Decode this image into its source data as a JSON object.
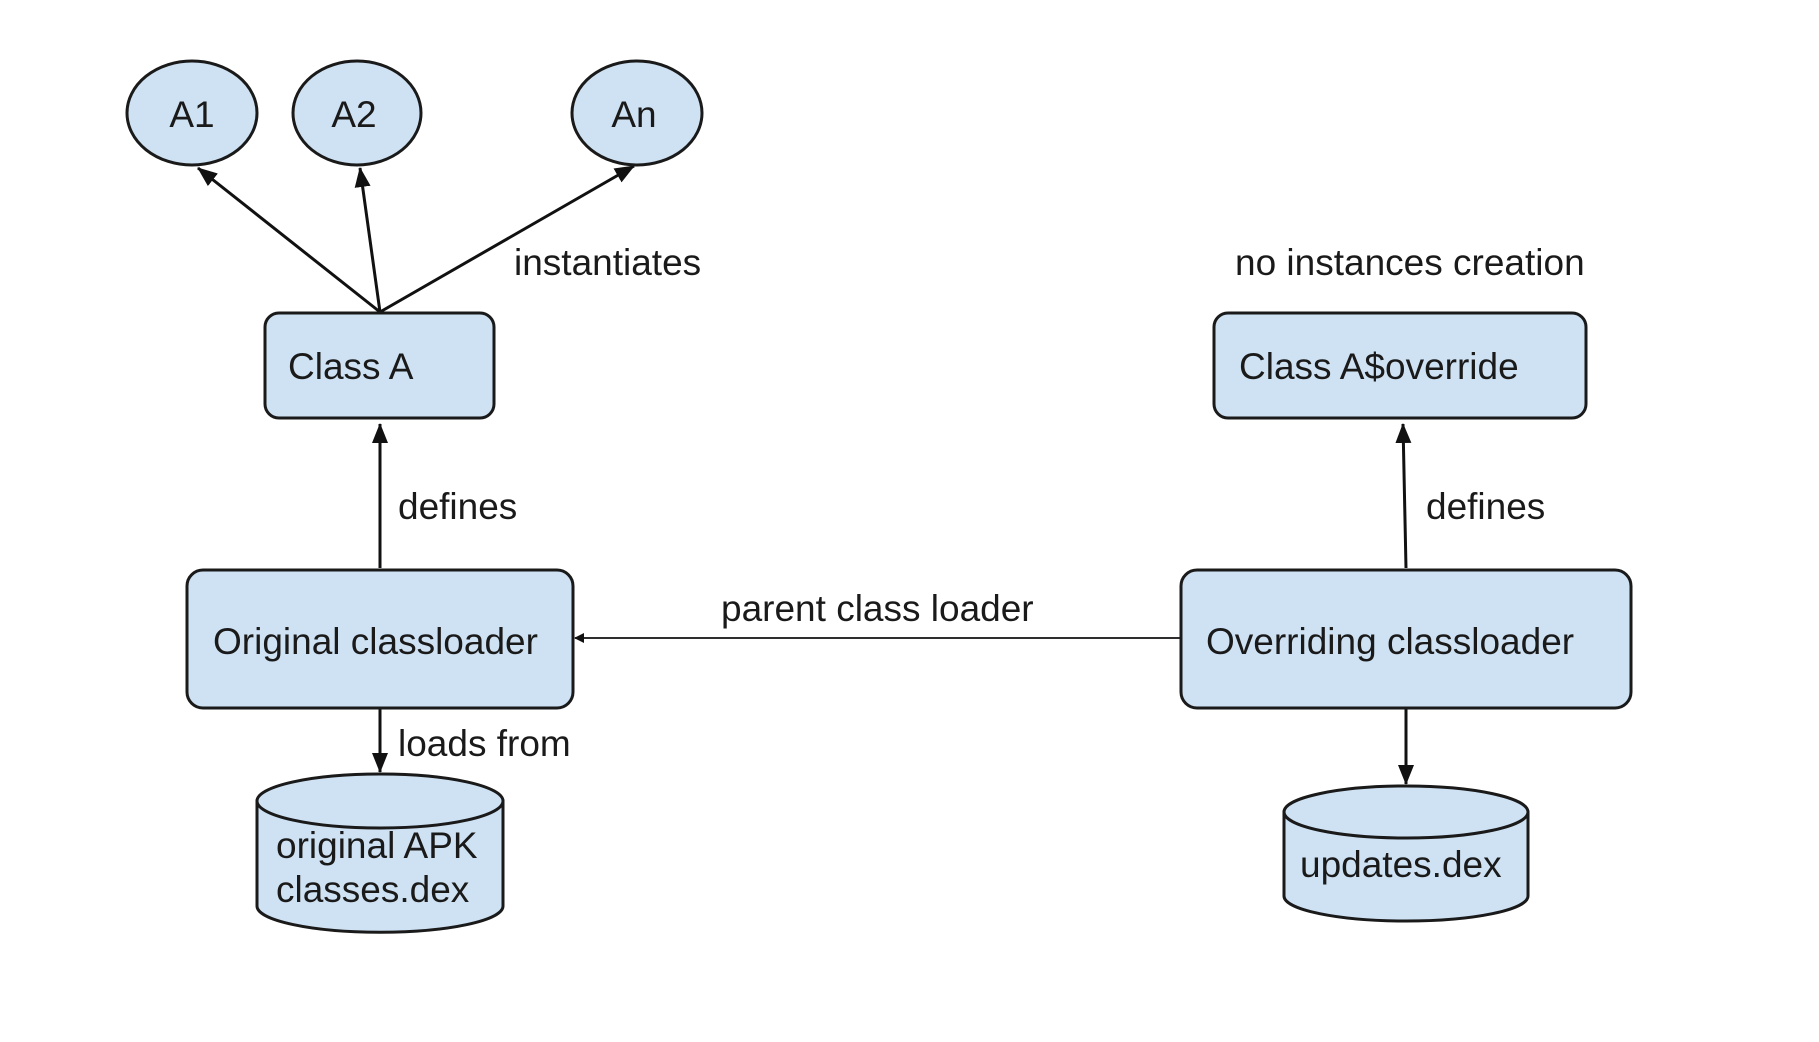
{
  "nodes": {
    "instance_a1": "A1",
    "instance_a2": "A2",
    "instance_an": "An",
    "class_a": "Class A",
    "class_a_override": "Class A$override",
    "original_classloader": "Original classloader",
    "overriding_classloader": "Overriding classloader",
    "original_apk_line1": "original APK",
    "original_apk_line2": "classes.dex",
    "updates_dex": "updates.dex"
  },
  "edges": {
    "instantiates": "instantiates",
    "no_instances": "no instances creation",
    "defines_left": "defines",
    "defines_right": "defines",
    "parent_class_loader": "parent class loader",
    "loads_from": "loads from"
  },
  "colors": {
    "node_fill": "#cfe2f3",
    "stroke": "#1a1a1a"
  }
}
